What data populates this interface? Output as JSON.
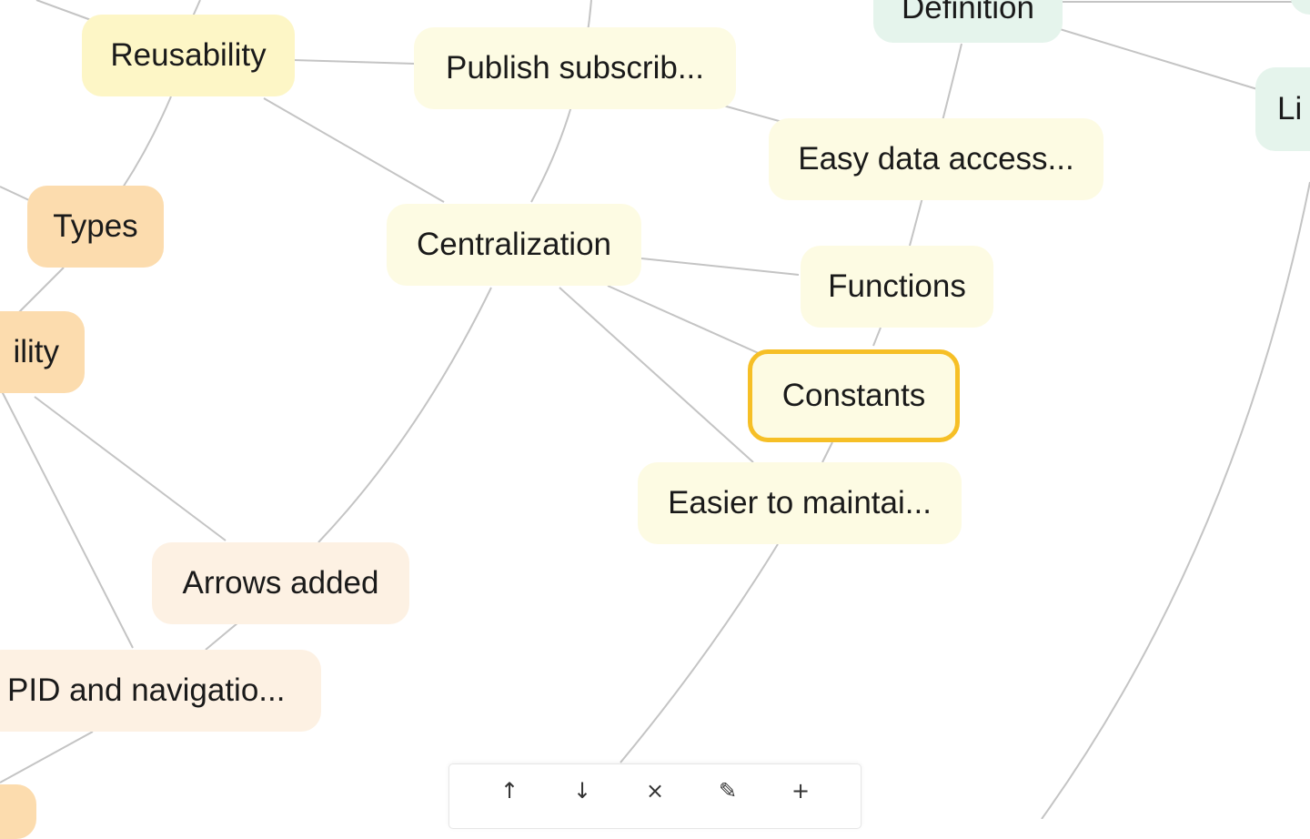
{
  "mindmap": {
    "nodes": {
      "definition": "Definition",
      "li_partial": "Li",
      "reusability": "Reusability",
      "publish_subscribe": "Publish subscrib...",
      "easy_data_access": "Easy data access...",
      "types": "Types",
      "centralization": "Centralization",
      "functions": "Functions",
      "ility_partial": "ility",
      "constants": "Constants",
      "easier_to_maintain": "Easier to maintai...",
      "arrows_added": "Arrows added",
      "pid_navigation": "PID and navigatio..."
    },
    "selected_node": "Constants",
    "colors": {
      "selection_border": "#f6bf26",
      "edge": "#c4c4c4",
      "yellow": "#fdf6c6",
      "cream": "#fdfbe3",
      "orange": "#fcdcae",
      "peach": "#fdf1e3",
      "green": "#e5f4ec"
    }
  },
  "toolbar": {
    "move_up": "↑",
    "move_down": "↓",
    "delete": "×",
    "edit": "✎",
    "add": "+"
  }
}
